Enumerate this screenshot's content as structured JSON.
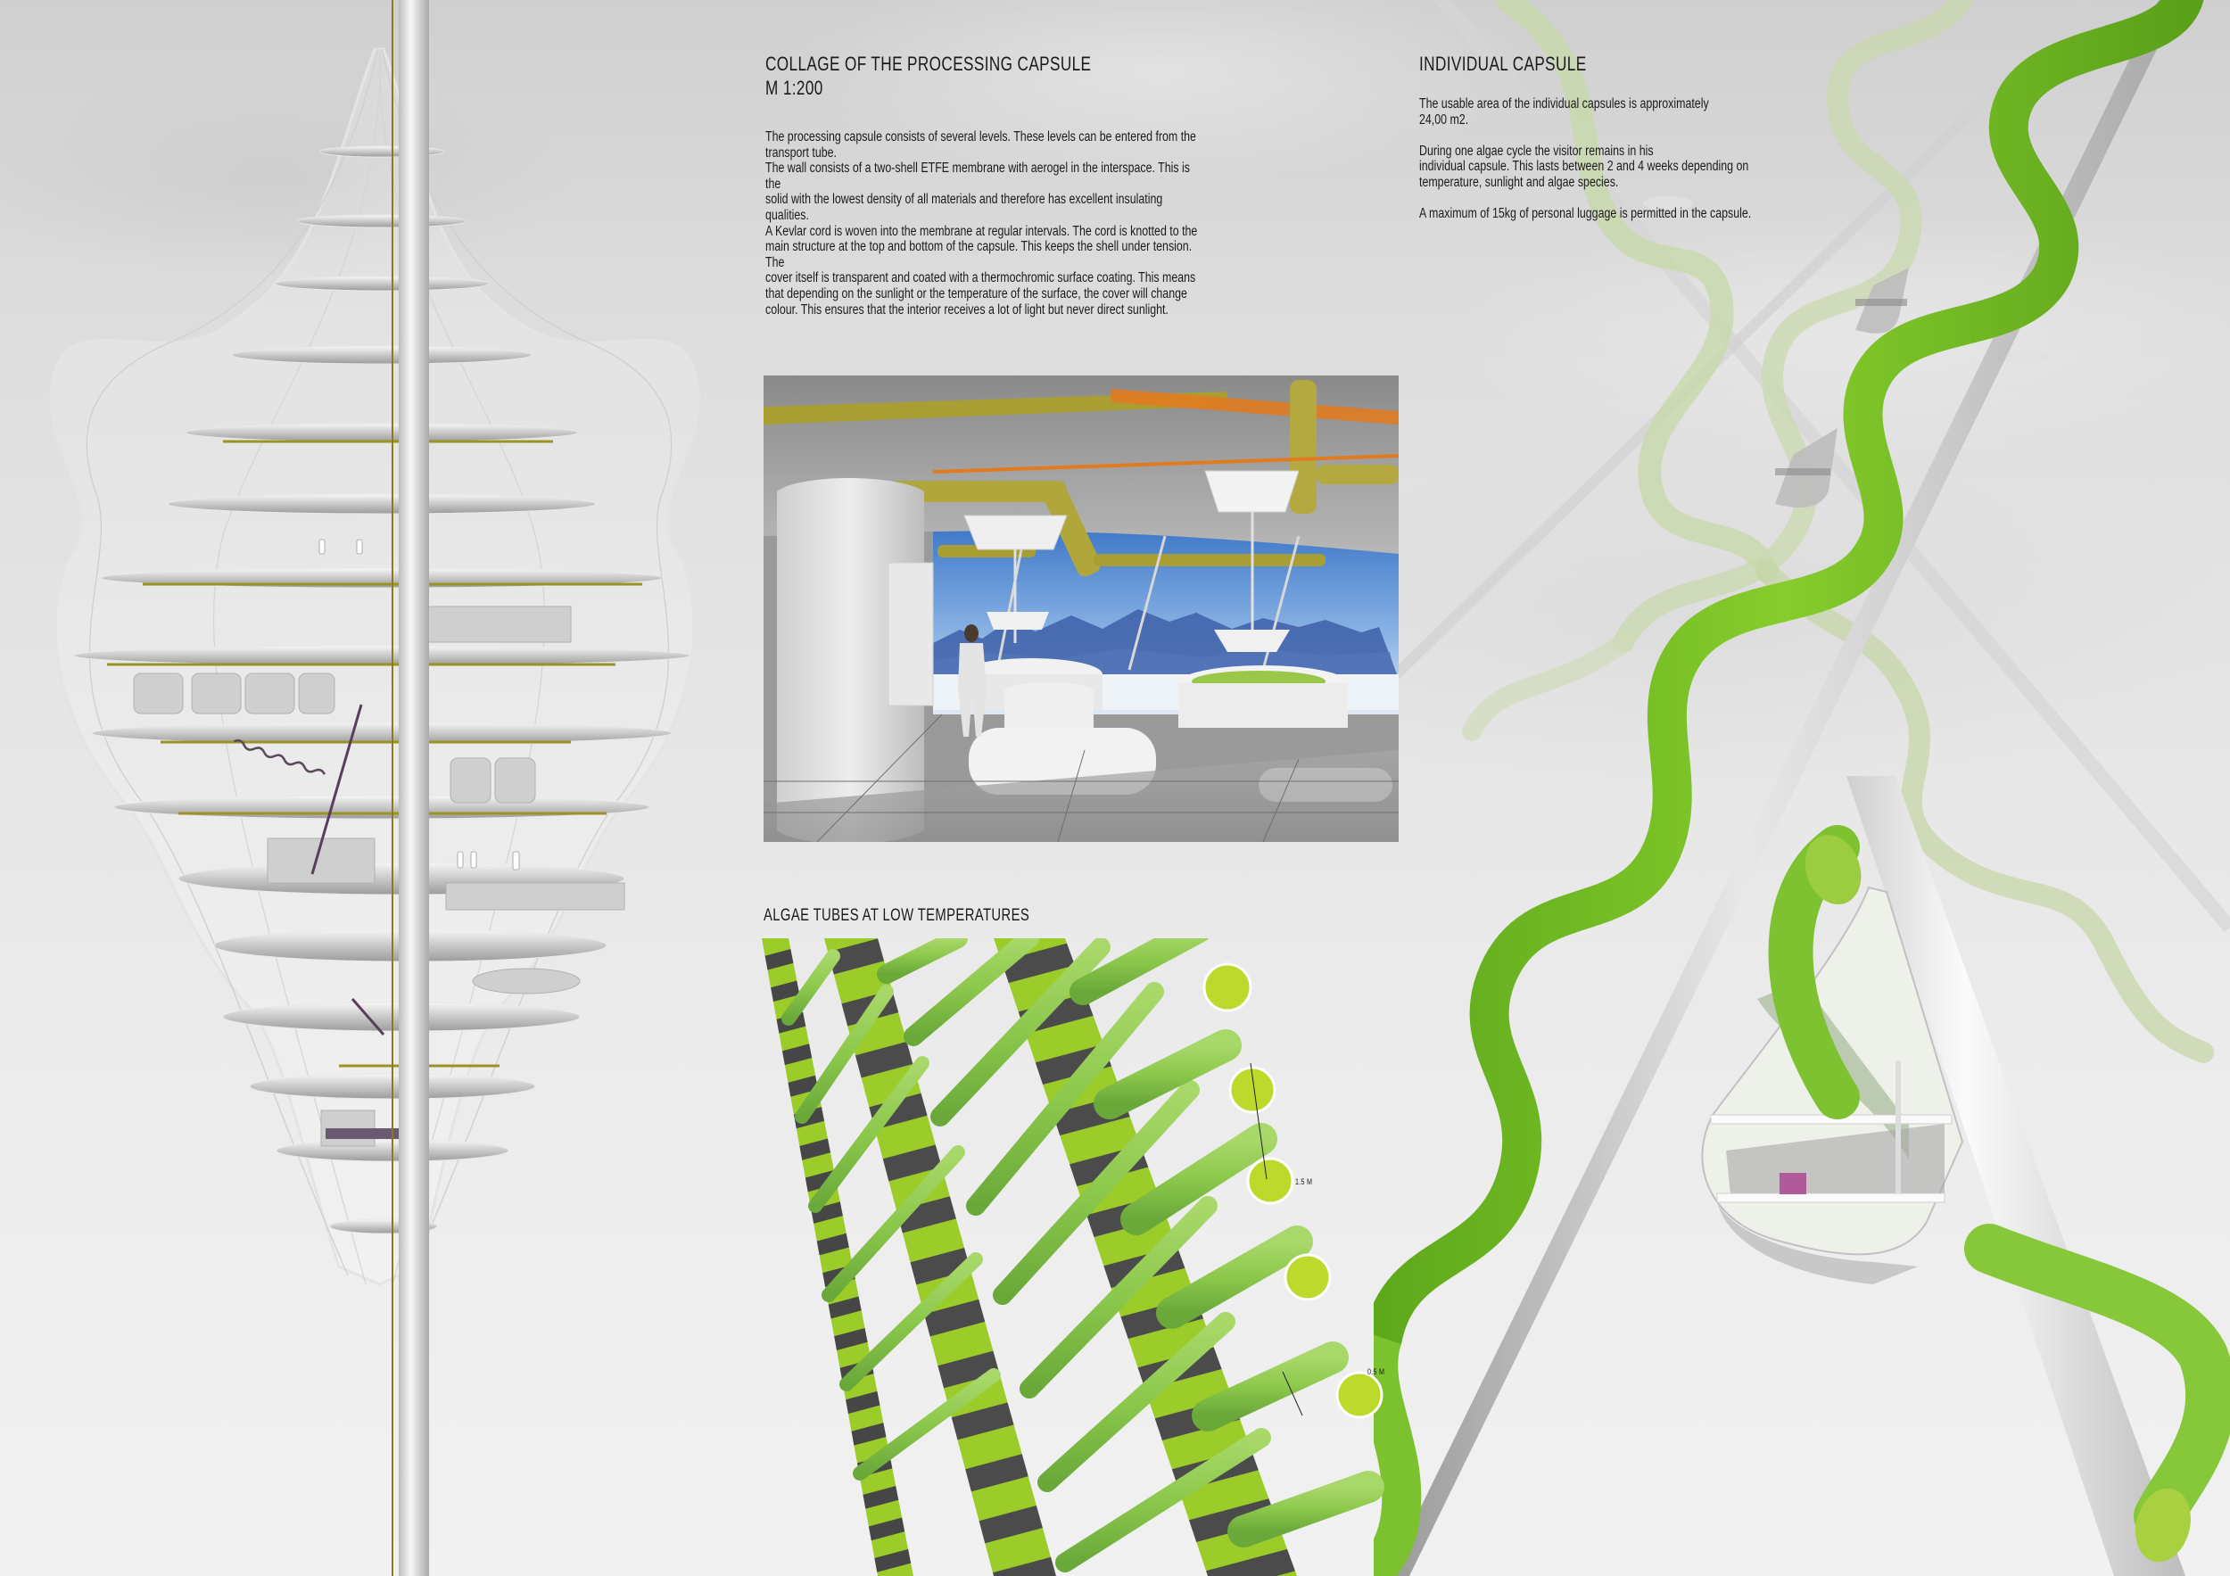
{
  "processing_capsule": {
    "title": "COLLAGE OF THE PROCESSING CAPSULE",
    "scale": "M 1:200",
    "paragraphs": [
      "The processing capsule consists of several levels. These levels can be entered from the transport tube.",
      "The wall consists of a two-shell ETFE membrane with aerogel in the interspace. This is the solid with the lowest density of all materials and therefore has excellent insulating qualities. A Kevlar cord is woven into the membrane at regular intervals. The cord is knotted to the main structure at the top and bottom of the capsule. This keeps the shell under tension. The cover itself is transparent and coated with a thermochromic surface coating. This means that depending on the sunlight or the temperature of the surface, the cover will change colour. This ensures that the interior receives a lot of light but never direct sunlight."
    ],
    "lines": [
      "The processing capsule consists of several levels. These levels can be entered from the",
      "transport tube.",
      "The wall consists of a two-shell ETFE membrane with aerogel in the interspace. This is the",
      "solid with the lowest density of all materials and therefore has excellent insulating qualities.",
      "A Kevlar cord is woven into the membrane at regular intervals. The cord is knotted to the",
      "main structure at the top and bottom of the capsule. This keeps the shell under tension. The",
      "cover itself is transparent and coated with a thermochromic surface coating. This means",
      "that depending on the sunlight or the temperature of the surface, the cover will change",
      "colour. This ensures that the interior receives a lot of light but never direct sunlight."
    ]
  },
  "individual_capsule": {
    "title": "INDIVIDUAL CAPSULE",
    "lines": [
      "The usable area of the individual capsules is approximately",
      "24,00 m2.",
      "",
      "During one algae cycle the visitor remains in his",
      "individual capsule. This lasts between 2 and 4 weeks depending on",
      "temperature, sunlight and algae species.",
      "",
      "A maximum of 15kg of personal luggage is permitted in the capsule."
    ]
  },
  "algae_tubes": {
    "title": "ALGAE TUBES AT LOW TEMPERATURES",
    "dimension_spacing": "1.5 M",
    "dimension_diameter": "0.5 M"
  },
  "images": {
    "tower_section": "processing-capsule-section-render",
    "interior_render": "processing-capsule-interior-render",
    "algae_tubes_render": "algae-tubes-detail-render",
    "individual_capsule_render": "individual-capsule-render"
  },
  "colors": {
    "algae_green": "#7cc22e",
    "algae_green_light": "#b5d63c",
    "algae_green_faded": "#c3d3a6",
    "band_dark": "#4a4a4a",
    "structure_white": "#f2f2f2",
    "pipe_olive": "#a8a030",
    "pipe_orange": "#e07b20",
    "sky_blue": "#5d8ed0",
    "text": "#1a1a1a"
  }
}
